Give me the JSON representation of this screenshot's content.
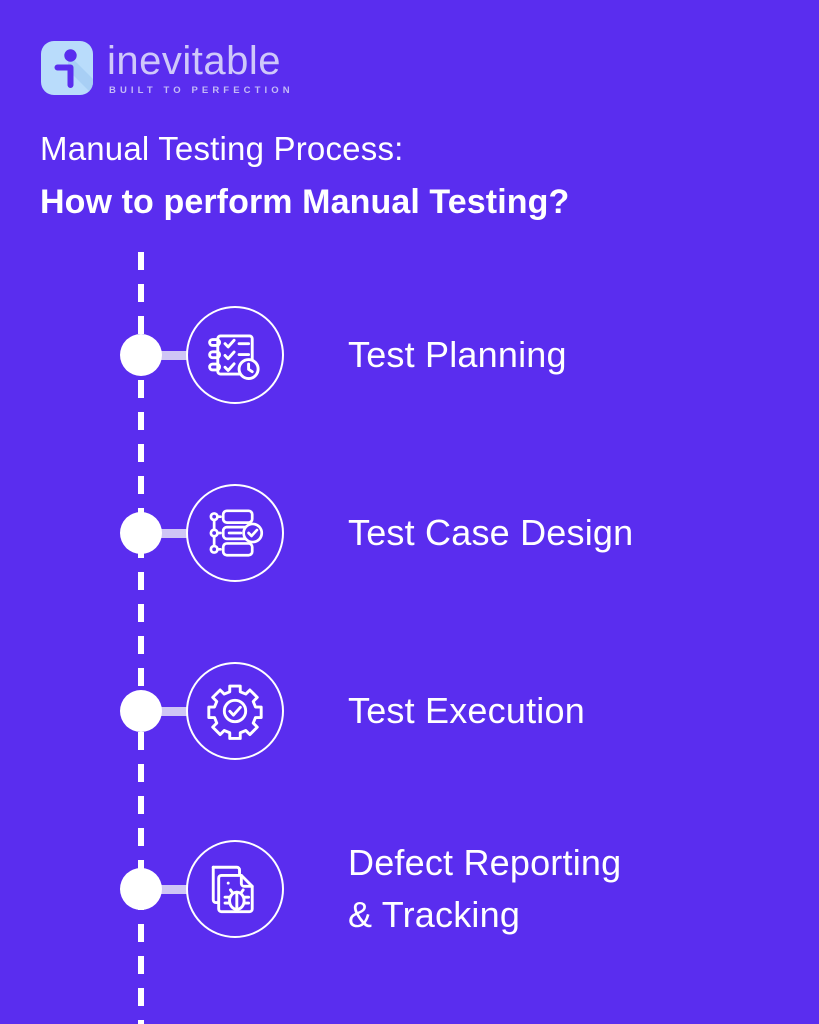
{
  "theme": {
    "background": "#5A2DEF",
    "accent_white": "#FFFFFF",
    "connector": "#CFC5F5",
    "logo_tile": "#B9DCFB",
    "logo_glyph": "#5A2DEF",
    "brand_text": "#CFC8FA"
  },
  "brand": {
    "mark_icon": "inevitable-logo-icon",
    "wordmark": "inevitable",
    "tagline": "BUILT TO PERFECTION"
  },
  "heading": {
    "line1": "Manual Testing Process:",
    "line2": "How to perform Manual Testing?"
  },
  "timeline": {
    "axis_style": "dashed",
    "steps": [
      {
        "label": "Test Planning",
        "icon": "checklist-clock-icon"
      },
      {
        "label": "Test Case Design",
        "icon": "flowchart-check-icon"
      },
      {
        "label": "Test Execution",
        "icon": "gear-check-icon"
      },
      {
        "label": "Defect Reporting\n& Tracking",
        "icon": "documents-bug-icon"
      }
    ]
  }
}
